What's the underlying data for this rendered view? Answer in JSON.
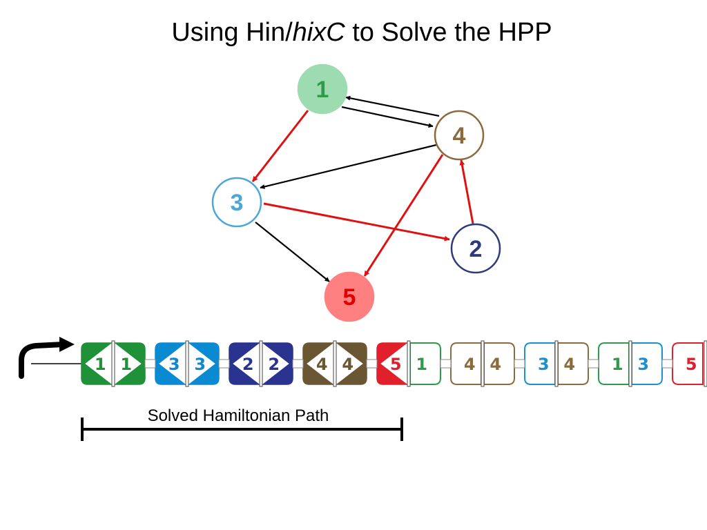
{
  "title": {
    "pre": "Using Hin/",
    "em": "hixC",
    "post": " to Solve the HPP"
  },
  "graph": {
    "nodes": [
      {
        "id": "1",
        "label": "1",
        "fill": "#9ddcb0",
        "stroke": "#9ddcb0",
        "text": "#2e9a4a"
      },
      {
        "id": "4",
        "label": "4",
        "fill": "#ffffff",
        "stroke": "#8c6a3e",
        "text": "#8c6a3e"
      },
      {
        "id": "3",
        "label": "3",
        "fill": "#ffffff",
        "stroke": "#4aa7d6",
        "text": "#4aa7d6"
      },
      {
        "id": "2",
        "label": "2",
        "fill": "#ffffff",
        "stroke": "#2e3a7a",
        "text": "#2e3a7a"
      },
      {
        "id": "5",
        "label": "5",
        "fill": "#ff8080",
        "stroke": "#ff8080",
        "text": "#e00000"
      }
    ],
    "edges": [
      {
        "from": "1",
        "to": "3",
        "path": true
      },
      {
        "from": "3",
        "to": "2",
        "path": true
      },
      {
        "from": "2",
        "to": "4",
        "path": true
      },
      {
        "from": "4",
        "to": "5",
        "path": true
      },
      {
        "from": "1",
        "to": "4",
        "path": false
      },
      {
        "from": "4",
        "to": "1",
        "path": false
      },
      {
        "from": "4",
        "to": "3",
        "path": false
      },
      {
        "from": "3",
        "to": "5",
        "path": false
      }
    ],
    "colors": {
      "path_edge": "#e01010",
      "other_edge": "#000000"
    }
  },
  "construct": {
    "blocks": [
      {
        "label": "1",
        "color": "#1f9138",
        "filled": true
      },
      {
        "label": "1",
        "color": "#1f9138",
        "filled": true
      },
      {
        "label": "3",
        "color": "#0a8ad0",
        "filled": true
      },
      {
        "label": "3",
        "color": "#0a8ad0",
        "filled": true
      },
      {
        "label": "2",
        "color": "#2a3390",
        "filled": true
      },
      {
        "label": "2",
        "color": "#2a3390",
        "filled": true
      },
      {
        "label": "4",
        "color": "#6b5634",
        "filled": true
      },
      {
        "label": "4",
        "color": "#6b5634",
        "filled": true
      },
      {
        "label": "5",
        "color": "#e0202a",
        "filled": true
      },
      {
        "label": "1",
        "color": "#2e9a4a",
        "filled": false
      },
      {
        "label": "4",
        "color": "#8c6a3e",
        "filled": false
      },
      {
        "label": "4",
        "color": "#8c6a3e",
        "filled": false
      },
      {
        "label": "3",
        "color": "#1a90d0",
        "filled": false
      },
      {
        "label": "4",
        "color": "#8c6a3e",
        "filled": false
      },
      {
        "label": "1",
        "color": "#2e9a4a",
        "filled": false
      },
      {
        "label": "3",
        "color": "#1a90d0",
        "filled": false
      },
      {
        "label": "5",
        "color": "#e0202a",
        "filled": false
      }
    ],
    "promoter_color": "#000000"
  },
  "solved_span": {
    "label": "Solved Hamiltonian Path",
    "first_block": 0,
    "last_block": 8
  }
}
